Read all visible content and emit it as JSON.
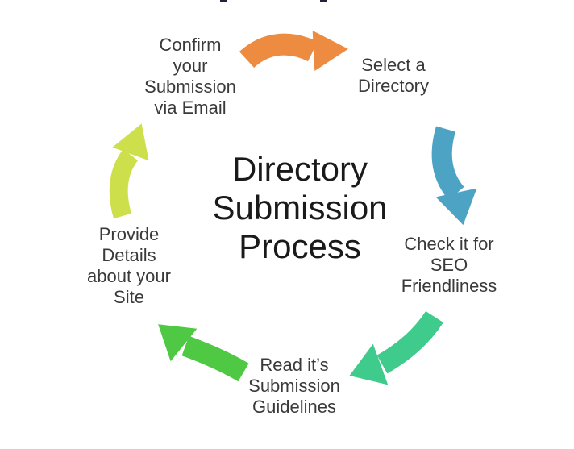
{
  "background_color": "#ffffff",
  "label_color": "#3a3a3a",
  "edge_marks": {
    "color": "#22223a"
  },
  "title": {
    "color": "#1a1a1a",
    "lines": [
      "Directory",
      "Submission",
      "Process"
    ]
  },
  "steps": {
    "confirm_email": {
      "lines": [
        "Confirm",
        "your",
        "Submission",
        "via Email"
      ]
    },
    "select_directory": {
      "lines": [
        "Select a",
        "Directory"
      ]
    },
    "check_seo": {
      "lines": [
        "Check it for",
        "SEO",
        "Friendliness"
      ]
    },
    "read_guidelines": {
      "lines": [
        "Read it’s",
        "Submission",
        "Guidelines"
      ]
    },
    "provide_details": {
      "lines": [
        "Provide",
        "Details",
        "about your",
        "Site"
      ]
    }
  },
  "arrows": {
    "confirm_to_select": {
      "shape": "curved-arrow-right",
      "color": "#ed8b40"
    },
    "select_to_check": {
      "shape": "curved-arrow-down",
      "color": "#4ca3c4"
    },
    "check_to_read": {
      "shape": "curved-arrow-down-left",
      "color": "#3fcb8c"
    },
    "read_to_provide": {
      "shape": "curved-arrow-up-left",
      "color": "#4fc943"
    },
    "provide_to_confirm": {
      "shape": "curved-arrow-up",
      "color": "#cde04b"
    }
  }
}
